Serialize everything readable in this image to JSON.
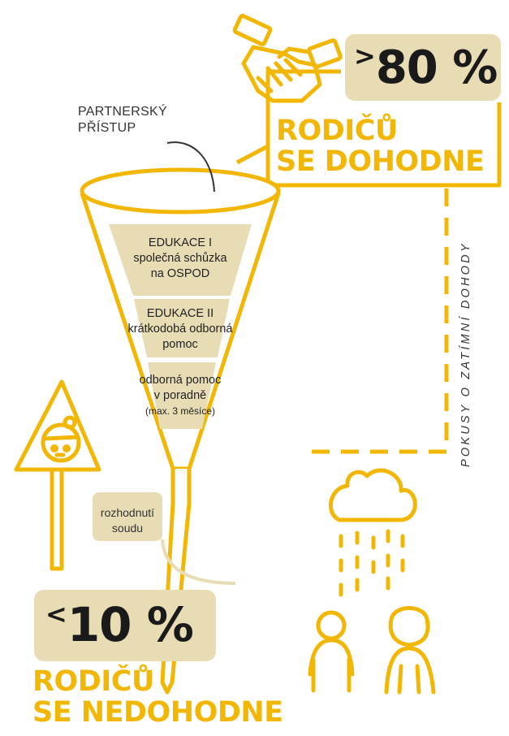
{
  "colors": {
    "gold": "#f2b705",
    "beige": "#e8dcb5",
    "text": "#222222"
  },
  "approach_label": [
    "PARTNERSKÝ",
    "PŘÍSTUP"
  ],
  "stages": [
    {
      "lines": [
        "EDUKACE I",
        "společná schůzka",
        "na OSPOD"
      ],
      "note": ""
    },
    {
      "lines": [
        "EDUKACE II",
        "krátkodobá odborná",
        "pomoc"
      ],
      "note": ""
    },
    {
      "lines": [
        "odborná pomoc",
        "v poradně"
      ],
      "note": "(max. 3 měsíce)"
    }
  ],
  "agreement": {
    "symbol": ">",
    "value": "80 %",
    "line1": "RODIČŮ",
    "line2": "SE DOHODNE"
  },
  "interim_attempts": "POKUSY O ZATÍMNÍ DOHODY",
  "court_label": [
    "rozhodnutí",
    "soudu"
  ],
  "disagreement": {
    "symbol": "<",
    "value": "10 %",
    "line1": "RODIČŮ",
    "line2": "SE NEDOHODNE"
  },
  "icons": [
    "handshake-icon",
    "warning-sign-icon",
    "rain-cloud-icon",
    "people-icon"
  ]
}
